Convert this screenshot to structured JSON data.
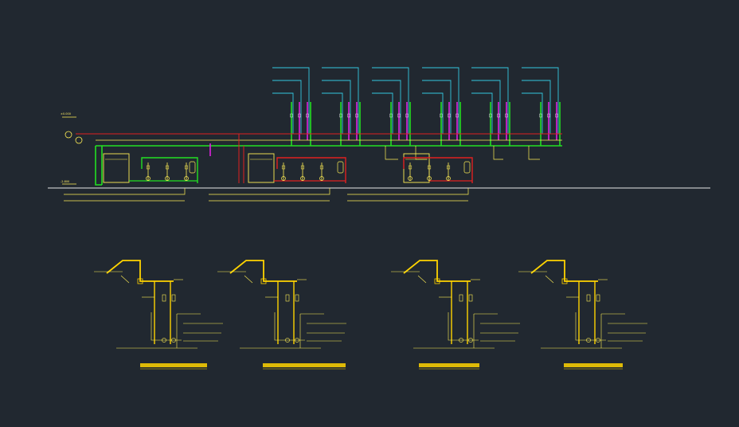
{
  "canvas": {
    "background": "#212830"
  },
  "colors": {
    "riser_cyan": "#34c8e0",
    "supply_green": "#22e022",
    "return_magenta": "#e020e0",
    "pipe_red": "#e02020",
    "equipment_yellow": "#ffee55",
    "detail_yellow": "#ffd400",
    "ground_line": "#e8e8e8"
  },
  "schematic": {
    "riser_groups": 6,
    "pump_stations": 3,
    "left_labels": [
      "±0.000",
      "-2.800"
    ]
  },
  "details": [
    {
      "caption": ""
    },
    {
      "caption": ""
    },
    {
      "caption": ""
    },
    {
      "caption": ""
    }
  ]
}
